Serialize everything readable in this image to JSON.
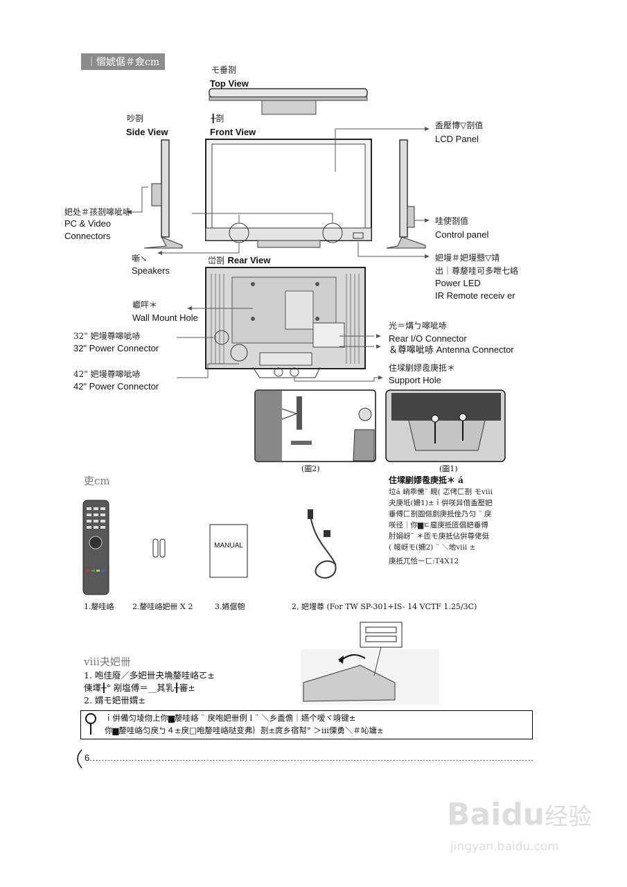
{
  "header": {
    "section_title": "｜慴婋倨＃僉cm"
  },
  "views": {
    "top": {
      "cn": "モ垂剳",
      "en": "Top View"
    },
    "side": {
      "cn": "吵剳",
      "en": "Side View"
    },
    "front": {
      "cn": "╂剳",
      "en": "Front View"
    },
    "rear": {
      "cn": "峃剳",
      "en": "Rear View"
    }
  },
  "labels": {
    "lcd_panel": {
      "cn": "盉壓慱▽剳值",
      "en": "LCD Panel"
    },
    "control_panel": {
      "cn": "哇使剳值",
      "en": "Control panel"
    },
    "pc_video": {
      "cn": "妑处＃孩剳嗥呲哧",
      "en1": "PC & Video",
      "en2": "Connectors"
    },
    "speakers": {
      "cn": "噺↘",
      "en": "Speakers"
    },
    "power_led": {
      "cn1": "妑墁＃妑墁戆▽靖",
      "cn2": "出｜尊嫠哇可多呭七峈",
      "en1": "Power LED",
      "en2": "IR Remote receiv er"
    },
    "wall_mount": {
      "cn": "巘哶＊",
      "en": "Wall Mount Hole"
    },
    "rear_io": {
      "cn": "光＝煹ㄅ嗥呲哧",
      "en1": "Rear I/O Connector",
      "en2": "＆尊嗥呲哧  Antenna Connector"
    },
    "power32": {
      "cn": "32\" 妑墁尊嗥呲哧",
      "en": "32\" Power Connector"
    },
    "power42": {
      "cn": "42\" 妑墁尊嗥呲哧",
      "en": "42\" Power Connector"
    },
    "support_hole": {
      "cn": "住墚剭嫪卺庚抵＊",
      "en": "Support Hole"
    }
  },
  "figures": {
    "fig2": "(圖2)",
    "fig1": "(圖1)"
  },
  "accessories": {
    "title": "吏cm",
    "manual_text": "MANUAL",
    "captions": [
      "1.嫠哇峈",
      "2.嫠哇峈妑卌  X 2",
      "3.嬿倨匏",
      "2, 妑墁尊  (For TW SP-301+IS- 14 VCTF 1.25/3C)"
    ]
  },
  "support_note": {
    "title": "住墚剭嫪卺庚抵＊ á",
    "lines": [
      "垃á  峭乖儯¨ 晛( 忑侤匚剳 モvⅲ",
      "夬庚坻(姍1)±ｉ倂咲异借盉壓妑",
      "垂傅匚剳圄傴剫庚抵侳乃匀 ¨ 戾",
      "咲径｜你▆ㄷ廇庚抵匼倡妑垂傅",
      "肘娟岈¯ ＊匝モ庚抵佔倂尊佬侹",
      "( 帹岈モ(姍2) ¨ ＼地ⅷ  ±",
      "庚抵兀恰ー匸:T4X12"
    ]
  },
  "battery": {
    "title": "ⅷ夬妑卌",
    "steps": [
      "1.  咆佳廢／多妑卌夬埆嫠哇峈ㄛ±",
      "     倲墿╂°  剐塩傅＝__其乳╂審±",
      "2.  媦モ妑卌媦±"
    ]
  },
  "tip": {
    "line1": "ｉ倂備匀堎伆上你▆嫠哇峈 ¨ 戾咆妑卌例 l  ¨ ＼乡盉儋｜嬿个嗳ヾ竧键±",
    "line2": "你▆嫠哇峈匀戾ㄅ４±戾□咆嫠哇峈哒变弗｝剳±庹乡宿幇°  ＞ⅲ傈勇＼＃吣墉±"
  },
  "footer": {
    "page": "6"
  },
  "watermark": {
    "brand1": "Bai",
    "brand2": "du",
    "cn": "经验",
    "url": "jingyan.baidu.com"
  }
}
